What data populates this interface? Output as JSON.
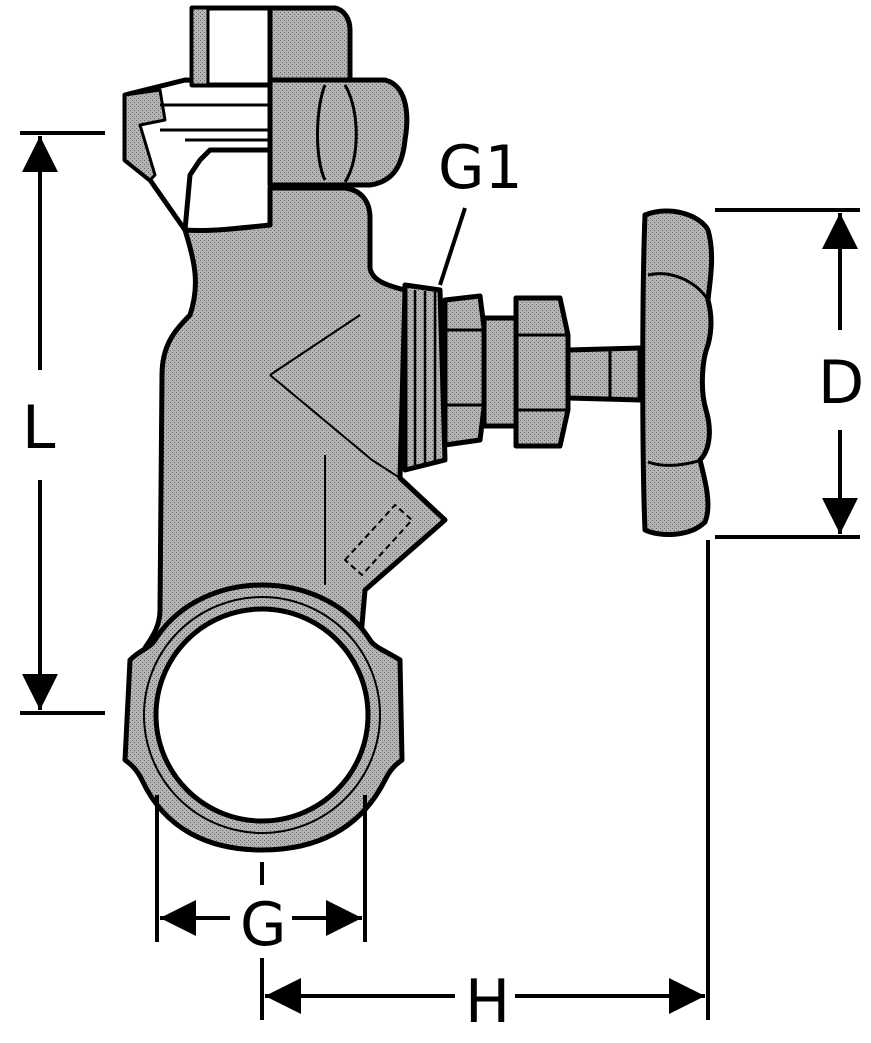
{
  "labels": {
    "G1": "G1",
    "L": "L",
    "D": "D",
    "G": "G",
    "H": "H"
  },
  "colors": {
    "ink": "#000000",
    "body_fill": "#a9a9a9",
    "paper": "#ffffff"
  }
}
